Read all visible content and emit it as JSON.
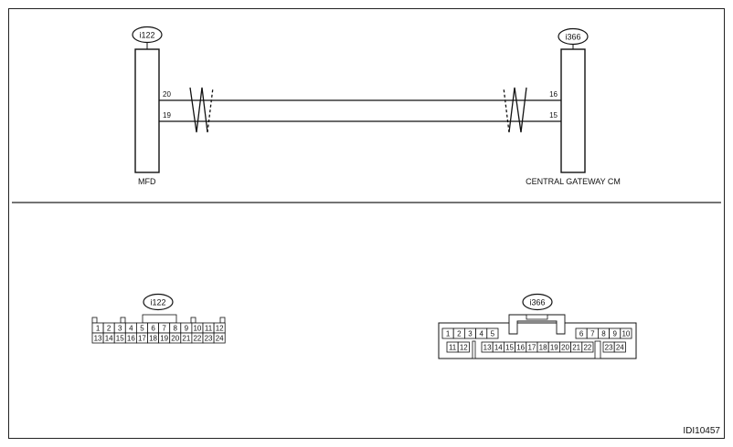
{
  "figure_id": "IDI10457",
  "wiring": {
    "left": {
      "connector": "i122",
      "label": "MFD",
      "pins": [
        "20",
        "19"
      ]
    },
    "right": {
      "connector": "i366",
      "label": "CENTRAL GATEWAY CM",
      "pins": [
        "16",
        "15"
      ]
    }
  },
  "views": {
    "i122": {
      "label": "i122",
      "top": [
        "1",
        "2",
        "3",
        "4",
        "5",
        "6",
        "7",
        "8",
        "9",
        "10",
        "11",
        "12"
      ],
      "bottom": [
        "13",
        "14",
        "15",
        "16",
        "17",
        "18",
        "19",
        "20",
        "21",
        "22",
        "23",
        "24"
      ]
    },
    "i366": {
      "label": "i366",
      "top_left": [
        "1",
        "2",
        "3",
        "4",
        "5"
      ],
      "top_right": [
        "6",
        "7",
        "8",
        "9",
        "10"
      ],
      "bottom_a": [
        "11",
        "12"
      ],
      "bottom_b": [
        "13",
        "14",
        "15",
        "16",
        "17",
        "18",
        "19",
        "20",
        "21",
        "22"
      ],
      "bottom_c": [
        "23",
        "24"
      ]
    }
  }
}
